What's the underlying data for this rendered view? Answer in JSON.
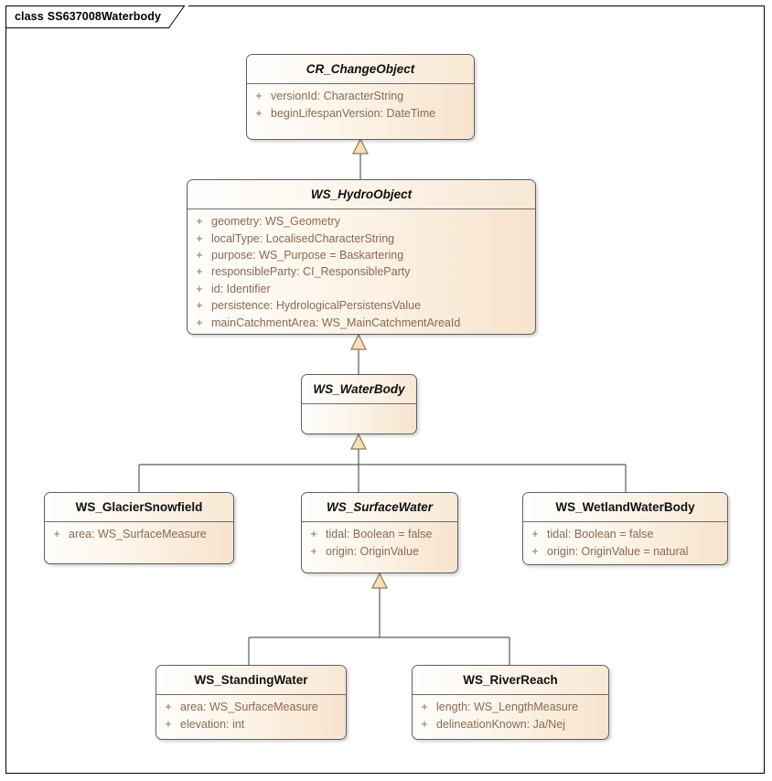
{
  "diagram": {
    "frame_label_prefix": "class",
    "frame_label_name": "SS637008Waterbody",
    "type": "uml-class-diagram",
    "colors": {
      "box_fill_light": "#fefdfb",
      "box_fill_dark": "#f7e3cd",
      "box_border": "#5f5f5f",
      "attribute_text": "#8a6a52",
      "title_text": "#111111",
      "connector": "#5a5a5a",
      "arrow_fill": "#fbdfb5",
      "frame_border": "#000000",
      "canvas": "#ffffff"
    }
  },
  "classes": {
    "cr_changeobject": {
      "name": "CR_ChangeObject",
      "abstract": true,
      "attributes": [
        {
          "visibility": "+",
          "text": "versionId: CharacterString"
        },
        {
          "visibility": "+",
          "text": "beginLifespanVersion: DateTime"
        }
      ]
    },
    "ws_hydroobject": {
      "name": "WS_HydroObject",
      "abstract": true,
      "attributes": [
        {
          "visibility": "+",
          "text": "geometry: WS_Geometry"
        },
        {
          "visibility": "+",
          "text": "localType: LocalisedCharacterString"
        },
        {
          "visibility": "+",
          "text": "purpose: WS_Purpose = Baskartering"
        },
        {
          "visibility": "+",
          "text": "responsibleParty: CI_ResponsibleParty"
        },
        {
          "visibility": "+",
          "text": "id: Identifier"
        },
        {
          "visibility": "+",
          "text": "persistence: HydrologicalPersistensValue"
        },
        {
          "visibility": "+",
          "text": "mainCatchmentArea: WS_MainCatchmentAreaId"
        }
      ]
    },
    "ws_waterbody": {
      "name": "WS_WaterBody",
      "abstract": true,
      "attributes": []
    },
    "ws_glaciersnowfield": {
      "name": "WS_GlacierSnowfield",
      "abstract": false,
      "attributes": [
        {
          "visibility": "+",
          "text": "area: WS_SurfaceMeasure"
        }
      ]
    },
    "ws_surfacewater": {
      "name": "WS_SurfaceWater",
      "abstract": true,
      "attributes": [
        {
          "visibility": "+",
          "text": "tidal: Boolean = false"
        },
        {
          "visibility": "+",
          "text": "origin: OriginValue"
        }
      ]
    },
    "ws_wetlandwaterbody": {
      "name": "WS_WetlandWaterBody",
      "abstract": false,
      "attributes": [
        {
          "visibility": "+",
          "text": "tidal: Boolean = false"
        },
        {
          "visibility": "+",
          "text": "origin: OriginValue = natural"
        }
      ]
    },
    "ws_standingwater": {
      "name": "WS_StandingWater",
      "abstract": false,
      "attributes": [
        {
          "visibility": "+",
          "text": "area: WS_SurfaceMeasure"
        },
        {
          "visibility": "+",
          "text": "elevation: int"
        }
      ]
    },
    "ws_riverreach": {
      "name": "WS_RiverReach",
      "abstract": false,
      "attributes": [
        {
          "visibility": "+",
          "text": "length: WS_LengthMeasure"
        },
        {
          "visibility": "+",
          "text": "delineationKnown: Ja/Nej"
        }
      ]
    }
  },
  "relationships": [
    {
      "kind": "generalization",
      "from": "WS_HydroObject",
      "to": "CR_ChangeObject"
    },
    {
      "kind": "generalization",
      "from": "WS_WaterBody",
      "to": "WS_HydroObject"
    },
    {
      "kind": "generalization",
      "from": "WS_GlacierSnowfield",
      "to": "WS_WaterBody"
    },
    {
      "kind": "generalization",
      "from": "WS_SurfaceWater",
      "to": "WS_WaterBody"
    },
    {
      "kind": "generalization",
      "from": "WS_WetlandWaterBody",
      "to": "WS_WaterBody"
    },
    {
      "kind": "generalization",
      "from": "WS_StandingWater",
      "to": "WS_SurfaceWater"
    },
    {
      "kind": "generalization",
      "from": "WS_RiverReach",
      "to": "WS_SurfaceWater"
    }
  ]
}
